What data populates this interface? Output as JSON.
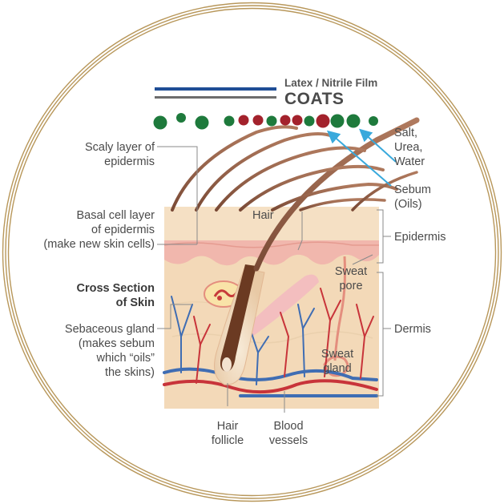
{
  "film": {
    "title": "Latex / Nitrile Film",
    "subtitle": "COATS"
  },
  "labels": {
    "scaly_layer": [
      "Scaly layer of",
      "epidermis"
    ],
    "basal_layer": [
      "Basal cell layer",
      "of epidermis",
      "(make new skin cells)"
    ],
    "cross_section": [
      "Cross Section",
      "of Skin"
    ],
    "sebaceous": [
      "Sebaceous gland",
      "(makes sebum",
      "which “oils”",
      "the skins)"
    ],
    "salt": [
      "Salt,",
      "Urea,",
      "Water"
    ],
    "sebum": [
      "Sebum",
      "(Oils)"
    ],
    "epidermis": "Epidermis",
    "dermis": "Dermis",
    "hair": "Hair",
    "sweat_pore": [
      "Sweat",
      "pore"
    ],
    "sweat_gland": [
      "Sweat",
      "gland"
    ],
    "hair_follicle": [
      "Hair",
      "follicle"
    ],
    "blood_vessels": [
      "Blood",
      "vessels"
    ]
  },
  "colors": {
    "ring": "#b8975a",
    "film_blue": "#1f4e96",
    "film_grey": "#6d6d6d",
    "green_dot": "#1e7a3c",
    "red_dot": "#a3222c",
    "arrow": "#39a9dc",
    "skin": "#f3d9b8",
    "epidermis": "#f1b7ad",
    "hair": "#8a5540",
    "vein": "#3f6db3",
    "artery": "#c8343a"
  },
  "icons": [
    "sebum-droplet",
    "salt-molecule"
  ]
}
